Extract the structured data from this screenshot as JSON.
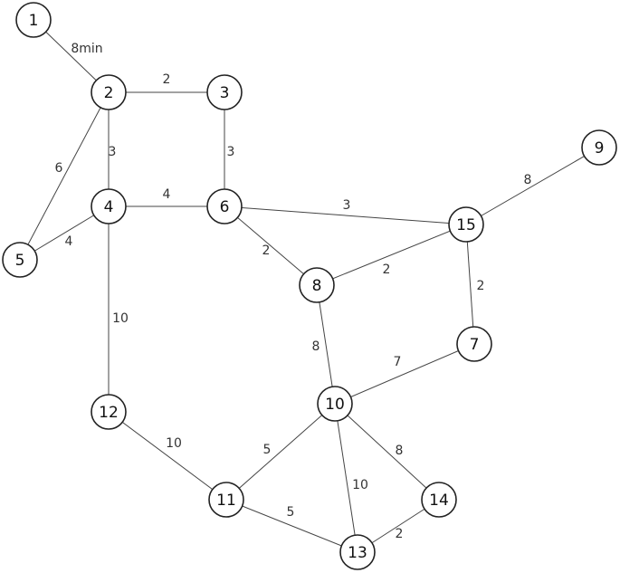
{
  "graph": {
    "nodes": [
      {
        "id": "1",
        "label": "1"
      },
      {
        "id": "2",
        "label": "2"
      },
      {
        "id": "3",
        "label": "3"
      },
      {
        "id": "4",
        "label": "4"
      },
      {
        "id": "5",
        "label": "5"
      },
      {
        "id": "6",
        "label": "6"
      },
      {
        "id": "7",
        "label": "7"
      },
      {
        "id": "8",
        "label": "8"
      },
      {
        "id": "9",
        "label": "9"
      },
      {
        "id": "10",
        "label": "10"
      },
      {
        "id": "11",
        "label": "11"
      },
      {
        "id": "12",
        "label": "12"
      },
      {
        "id": "13",
        "label": "13"
      },
      {
        "id": "14",
        "label": "14"
      },
      {
        "id": "15",
        "label": "15"
      }
    ],
    "edges": [
      {
        "from": "1",
        "to": "2",
        "weight": "8min"
      },
      {
        "from": "2",
        "to": "3",
        "weight": "2"
      },
      {
        "from": "2",
        "to": "4",
        "weight": "3"
      },
      {
        "from": "2",
        "to": "5",
        "weight": "6"
      },
      {
        "from": "3",
        "to": "6",
        "weight": "3"
      },
      {
        "from": "4",
        "to": "6",
        "weight": "4"
      },
      {
        "from": "4",
        "to": "5",
        "weight": "4"
      },
      {
        "from": "4",
        "to": "12",
        "weight": "10"
      },
      {
        "from": "6",
        "to": "15",
        "weight": "3"
      },
      {
        "from": "6",
        "to": "8",
        "weight": "2"
      },
      {
        "from": "9",
        "to": "15",
        "weight": "8"
      },
      {
        "from": "15",
        "to": "8",
        "weight": "2"
      },
      {
        "from": "15",
        "to": "7",
        "weight": "2"
      },
      {
        "from": "8",
        "to": "10",
        "weight": "8"
      },
      {
        "from": "7",
        "to": "10",
        "weight": "7"
      },
      {
        "from": "12",
        "to": "11",
        "weight": "10"
      },
      {
        "from": "10",
        "to": "11",
        "weight": "5"
      },
      {
        "from": "10",
        "to": "13",
        "weight": "10"
      },
      {
        "from": "10",
        "to": "14",
        "weight": "8"
      },
      {
        "from": "11",
        "to": "13",
        "weight": "5"
      },
      {
        "from": "14",
        "to": "13",
        "weight": "2"
      }
    ]
  }
}
